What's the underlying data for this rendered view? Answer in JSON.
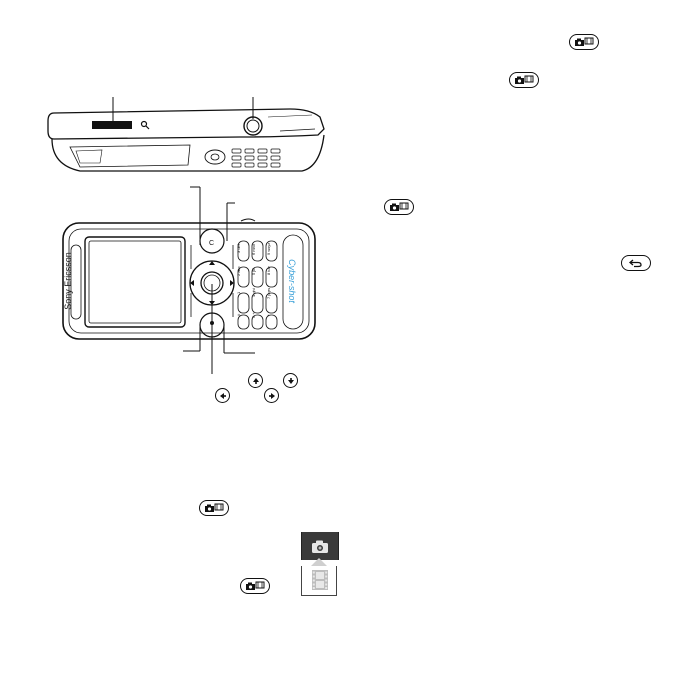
{
  "phone": {
    "brand": "Sony Ericsson",
    "model": "Cyber-shot"
  },
  "keypad": [
    "1",
    "2 abc",
    "3 def",
    "4 ghi",
    "5 jkl",
    "6 mno",
    "7 pqrs",
    "8 tuv",
    "9 wxyz",
    "*",
    "0 +",
    "#"
  ],
  "icons": {
    "camera_key": "camera-mode-key-icon",
    "back_key": "back-key-icon",
    "nav_up": "nav-up-icon",
    "nav_down": "nav-down-icon",
    "nav_left": "nav-left-icon",
    "nav_right": "nav-right-icon",
    "mode_switch": "camera-video-mode-switch-icon"
  },
  "colors": {
    "line": "#111111",
    "mode_panel_dark": "#3a3a3a",
    "mode_panel_light": "#cfcfcf",
    "brand_blue": "#3aa0d8"
  }
}
